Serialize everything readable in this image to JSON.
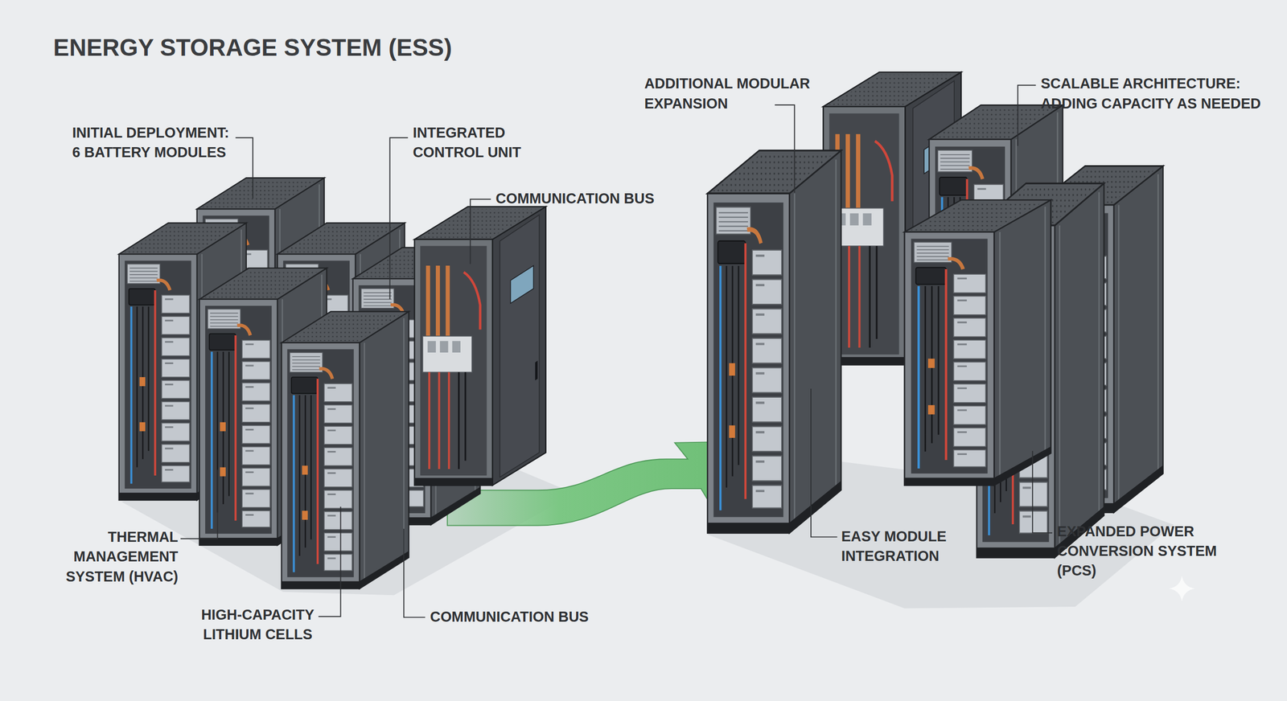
{
  "diagram": {
    "title": "ENERGY STORAGE SYSTEM (ESS)",
    "labels": [
      "INITIAL DEPLOYMENT: 6 BATTERY MODULES",
      "INTEGRATED CONTROL UNIT",
      "ADDITIONAL MODULAR EXPANSION",
      "SCALABLE ARCHITECTURE: ADDING CAPACITY AS NEEDED",
      "COMMUNICATION BUS",
      "THERMAL MANAGEMENT SYSTEM (HVAC)",
      "EASY MODULE INTEGRATION",
      "EXPANDED POWER CONVERSION SYSTEM (PCS)",
      "HIGH-CAPACITY LITHIUM CELLS",
      "COMMUNICATION BUS"
    ]
  }
}
